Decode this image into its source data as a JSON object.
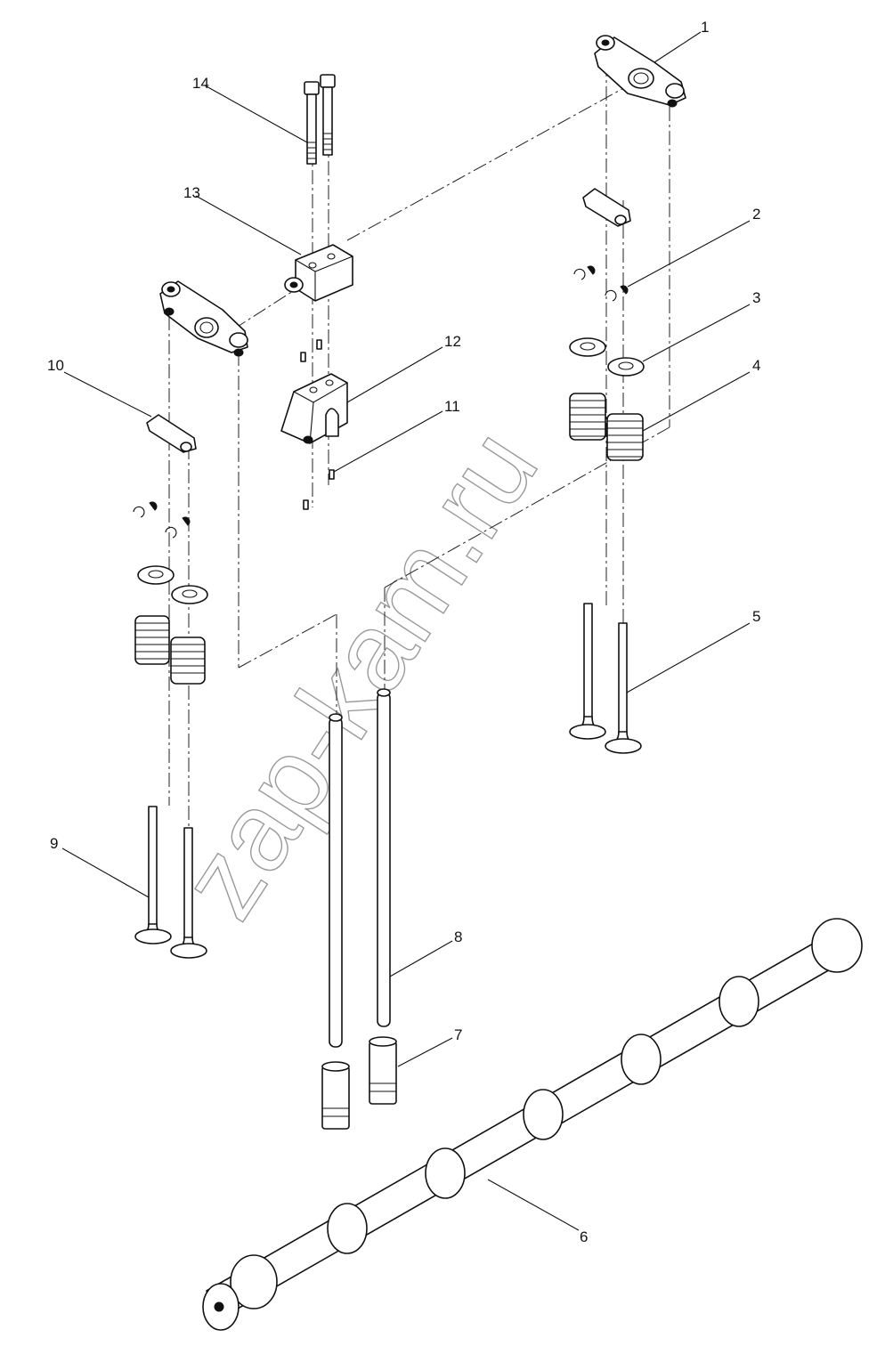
{
  "watermark": "zap-kam.ru",
  "callouts": [
    "1",
    "2",
    "3",
    "4",
    "5",
    "6",
    "7",
    "8",
    "9",
    "10",
    "11",
    "12",
    "13",
    "14"
  ],
  "icons": [
    "rocker-arm-icon",
    "valve-bridge-icon",
    "valve-keeper-icon",
    "spring-retainer-icon",
    "valve-spring-icon",
    "valve-icon",
    "camshaft-icon",
    "tappet-icon",
    "push-rod-icon",
    "dowel-pin-icon",
    "rocker-support-icon",
    "rocker-shaft-block-icon",
    "bolt-icon"
  ]
}
